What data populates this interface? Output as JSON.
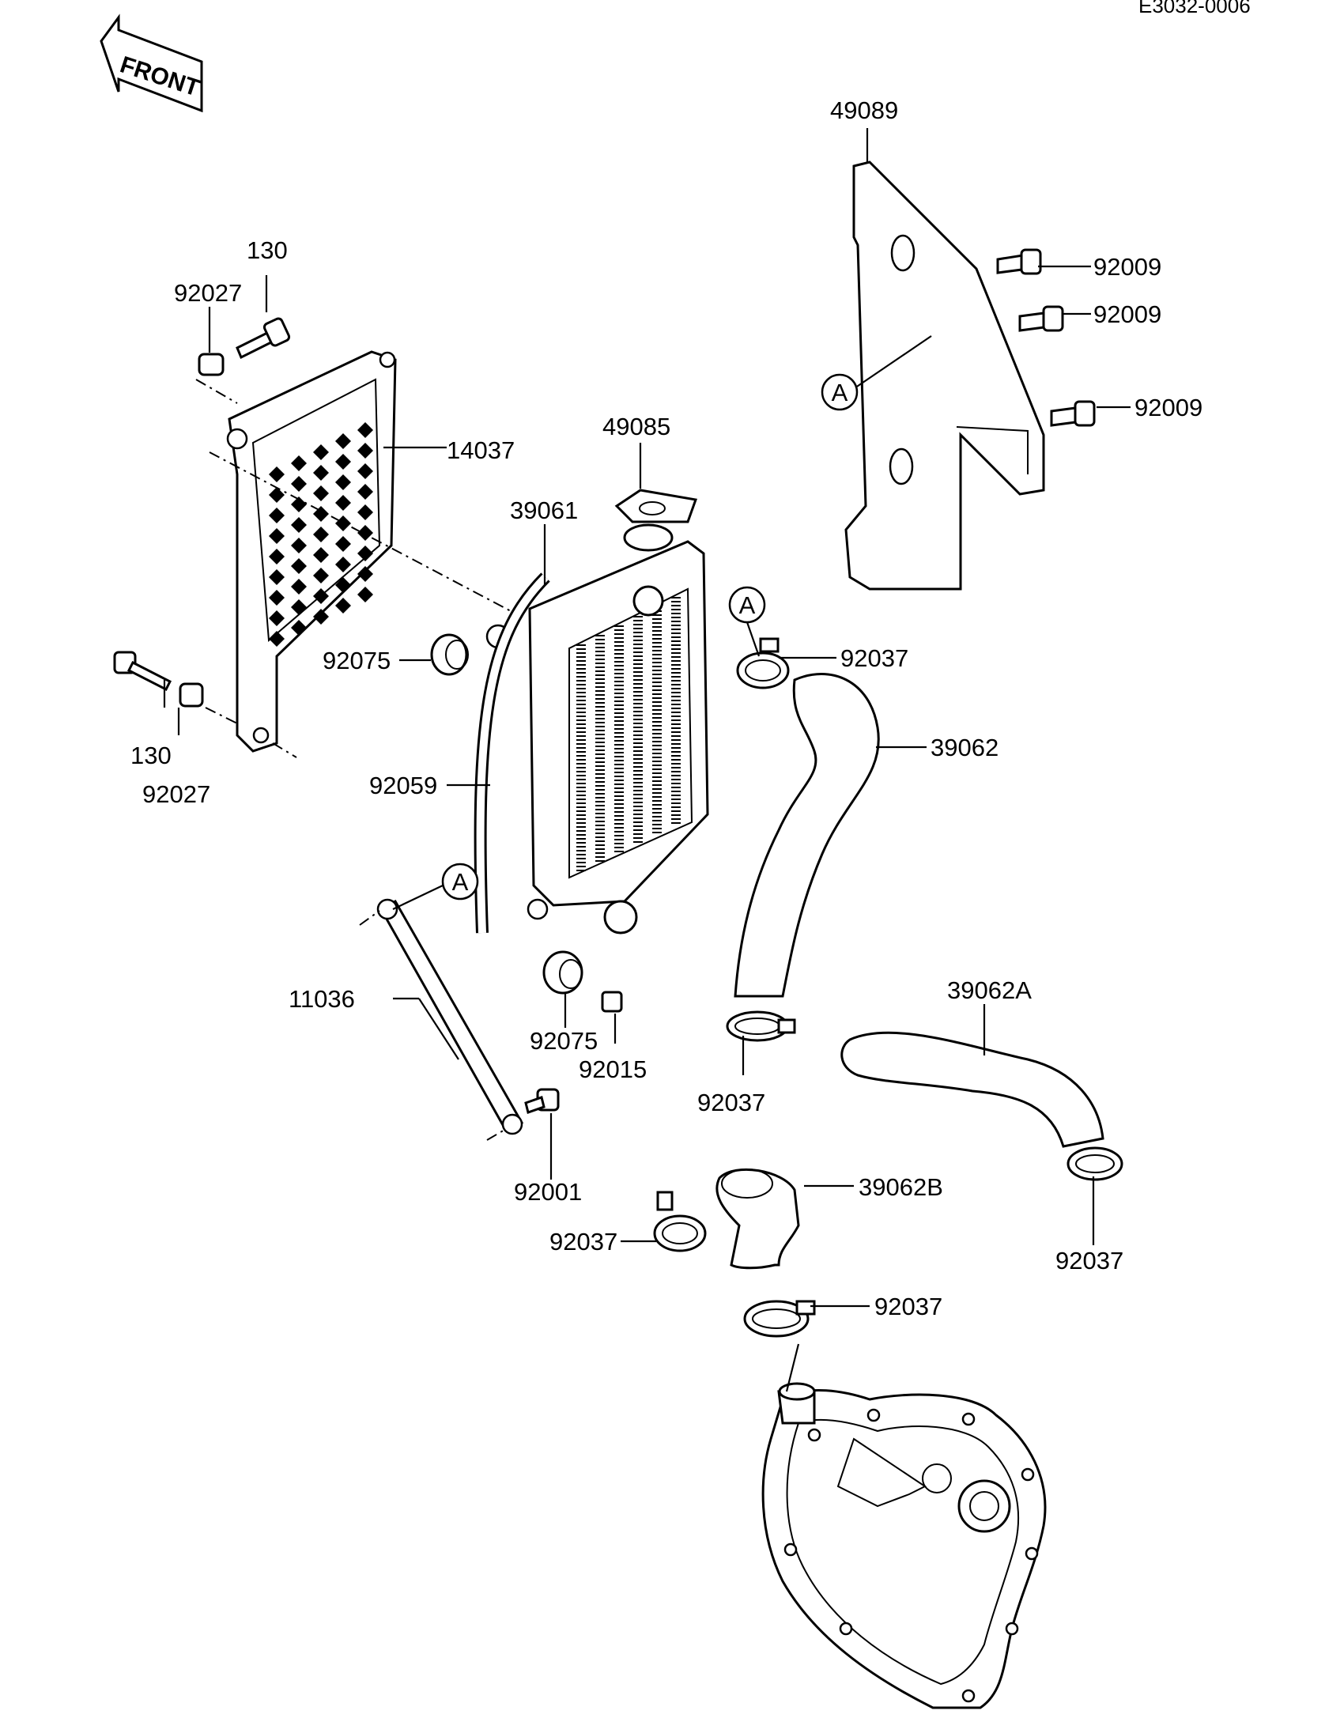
{
  "diagram": {
    "drawing_code": "E3032-0006",
    "front_label": "FRONT",
    "callouts": [
      {
        "id": "c130a",
        "label": "130"
      },
      {
        "id": "c92027a",
        "label": "92027"
      },
      {
        "id": "c14037",
        "label": "14037"
      },
      {
        "id": "c130b",
        "label": "130"
      },
      {
        "id": "c92027b",
        "label": "92027"
      },
      {
        "id": "c49085",
        "label": "49085"
      },
      {
        "id": "c39061",
        "label": "39061"
      },
      {
        "id": "c92075a",
        "label": "92075"
      },
      {
        "id": "c92059",
        "label": "92059"
      },
      {
        "id": "c11036",
        "label": "11036"
      },
      {
        "id": "c92075b",
        "label": "92075"
      },
      {
        "id": "c92015",
        "label": "92015"
      },
      {
        "id": "c92001",
        "label": "92001"
      },
      {
        "id": "c49089",
        "label": "49089"
      },
      {
        "id": "c92009a",
        "label": "92009"
      },
      {
        "id": "c92009b",
        "label": "92009"
      },
      {
        "id": "c92009c",
        "label": "92009"
      },
      {
        "id": "c92037a",
        "label": "92037"
      },
      {
        "id": "c39062",
        "label": "39062"
      },
      {
        "id": "c92037b",
        "label": "92037"
      },
      {
        "id": "c39062A",
        "label": "39062A"
      },
      {
        "id": "c39062B",
        "label": "39062B"
      },
      {
        "id": "c92037c",
        "label": "92037"
      },
      {
        "id": "c92037d",
        "label": "92037"
      },
      {
        "id": "c92037e",
        "label": "92037"
      }
    ],
    "reference_markers": [
      {
        "id": "ra1",
        "label": "A"
      },
      {
        "id": "ra2",
        "label": "A"
      },
      {
        "id": "ra3",
        "label": "A"
      }
    ]
  }
}
